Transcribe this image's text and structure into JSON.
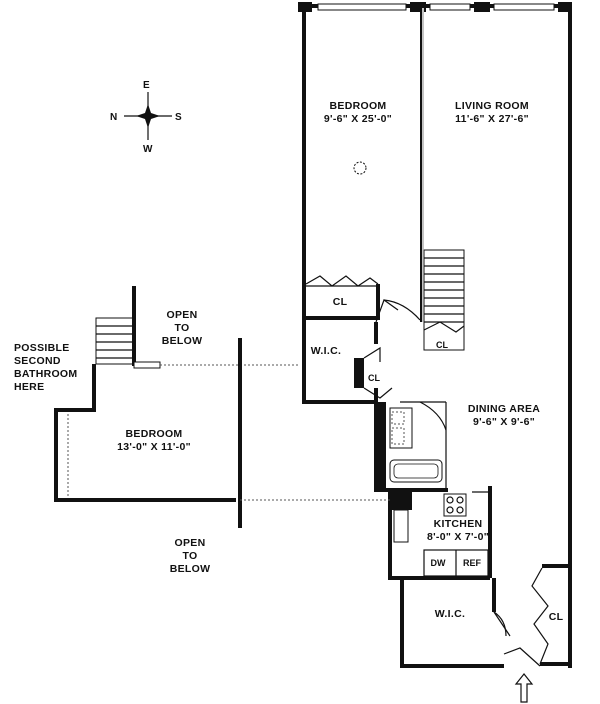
{
  "compass": {
    "e": "E",
    "w": "W",
    "n": "N",
    "s": "S"
  },
  "rooms": {
    "bedroom_main": {
      "name": "BEDROOM",
      "dims": "9'-6\" X 25'-0\""
    },
    "living_room": {
      "name": "LIVING ROOM",
      "dims": "11'-6\" X 27'-6\""
    },
    "dining_area": {
      "name": "DINING AREA",
      "dims": "9'-6\" X 9'-6\""
    },
    "kitchen": {
      "name": "KITCHEN",
      "dims": "8'-0\" X 7'-0\""
    },
    "bedroom_upper": {
      "name": "BEDROOM",
      "dims": "13'-0\" X 11'-0\""
    },
    "wic_upper": "W.I.C.",
    "wic_lower": "W.I.C.",
    "cl_bedroom": "CL",
    "cl_stair": "CL",
    "cl_small": "CL",
    "cl_entry": "CL",
    "dw": "DW",
    "ref": "REF"
  },
  "notes": {
    "open_below_top": [
      "OPEN",
      "TO",
      "BELOW"
    ],
    "open_below_bottom": [
      "OPEN",
      "TO",
      "BELOW"
    ],
    "possible_bath": [
      "POSSIBLE",
      "SECOND",
      "BATHROOM",
      "HERE"
    ]
  }
}
